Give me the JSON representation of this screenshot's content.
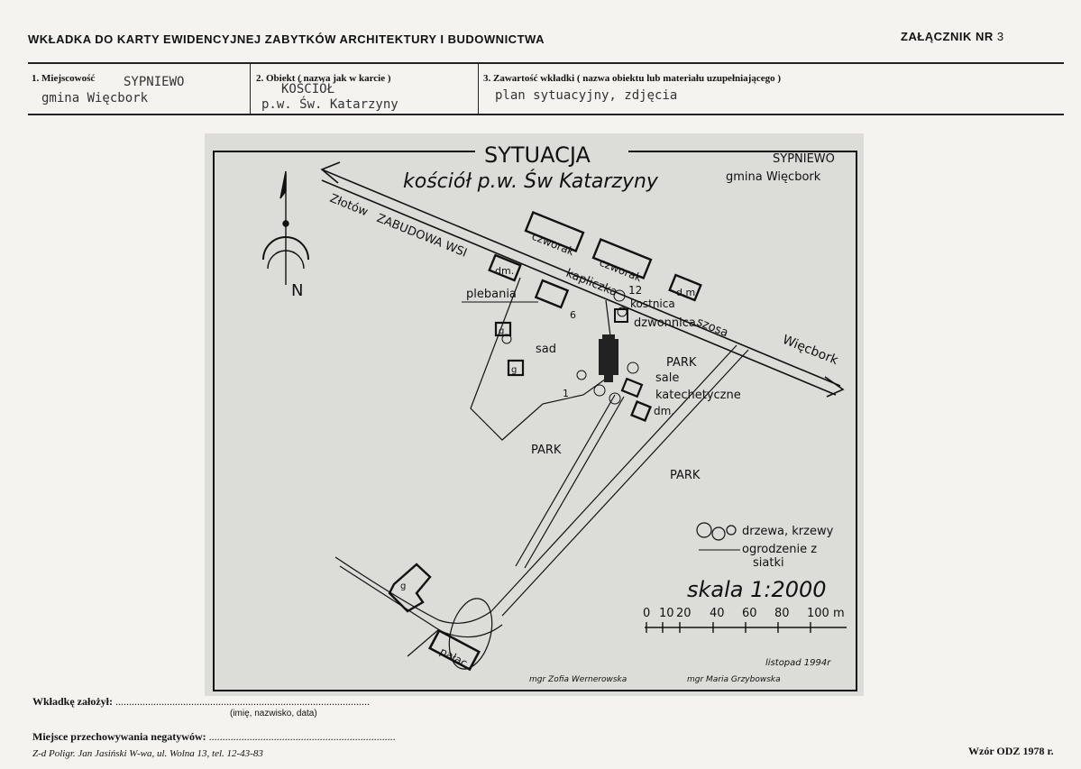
{
  "header": {
    "title": "WKŁADKA DO KARTY EWIDENCYJNEJ ZABYTKÓW ARCHITEKTURY I BUDOWNICTWA",
    "annex_label": "ZAŁĄCZNIK NR",
    "annex_number": "3"
  },
  "fields": {
    "locality": {
      "label": "1. Miejscowość",
      "value_line1": "SYPNIEWO",
      "value_line2": "gmina Więcbork"
    },
    "object": {
      "label": "2. Obiekt ( nazwa jak w karcie )",
      "value_line1": "KOŚCIÓŁ",
      "value_line2": "p.w. Św. Katarzyny"
    },
    "content": {
      "label": "3. Zawartość wkładki ( nazwa obiektu lub materiału uzupełniającego )",
      "value": "plan sytuacyjny, zdjęcia"
    }
  },
  "map": {
    "title": "SYTUACJA",
    "subtitle": "kościół p.w. Św Katarzyny",
    "place": "SYPNIEWO",
    "commune": "gmina Więcbork",
    "north": "N",
    "labels": {
      "zlotow": "Złotów",
      "zabudowa": "ZABUDOWA WSI",
      "czworak1": "czworak",
      "czworak2": "czworak",
      "dm1": "dm.",
      "dm2": "d.m.",
      "dm3": "dm.",
      "kapliczka": "kapliczka",
      "num12": "12",
      "plebania": "plebania",
      "kostnica": "kostnica",
      "dzwonnica": "dzwonnica",
      "szosa": "szosa",
      "wiecbork": "Więcbork",
      "num6": "6",
      "sad": "sad",
      "num1": "1",
      "park1": "PARK",
      "park2": "PARK",
      "park3": "PARK",
      "sale": "sale",
      "katechetyczne": "katechetyczne",
      "g1": "g",
      "g2": "g",
      "g3": "g",
      "palac": "pałac"
    },
    "legend": {
      "trees": "drzewa, krzewy",
      "fence1": "ogrodzenie z",
      "fence2": "siatki"
    },
    "scale": {
      "label": "skala 1:2000",
      "ticks": [
        "0",
        "10",
        "20",
        "40",
        "60",
        "80",
        "100 m"
      ]
    },
    "date": "listopad 1994r",
    "authors": [
      "mgr Zofia Wernerowska",
      "mgr Maria Grzybowska"
    ]
  },
  "footer": {
    "created_label": "Wkładkę założył:",
    "created_hint": "(imię, nazwisko, data)",
    "storage_label": "Miejsce przechowywania negatywów:",
    "printer": "Z-d Poligr. Jan Jasiński W-wa, ul. Wolna 13, tel. 12-43-83",
    "model": "Wzór ODZ 1978 r."
  }
}
